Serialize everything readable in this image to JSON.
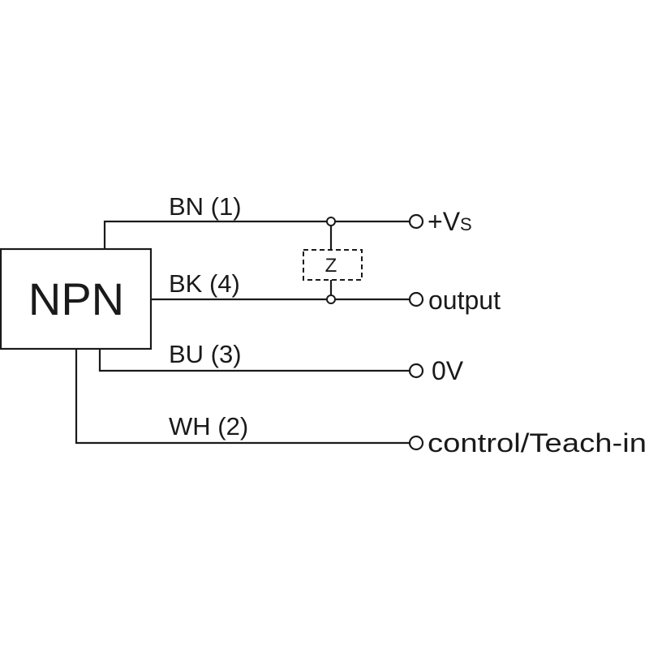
{
  "device": {
    "label": "NPN"
  },
  "wires": [
    {
      "id": "bn",
      "label": "BN (1)",
      "terminal": "+V",
      "terminal_sub": "S"
    },
    {
      "id": "bk",
      "label": "BK (4)",
      "terminal": "output"
    },
    {
      "id": "bu",
      "label": "BU (3)",
      "terminal": "0V"
    },
    {
      "id": "wh",
      "label": "WH (2)",
      "terminal": "control/Teach-in"
    }
  ],
  "load": {
    "label": "Z"
  },
  "colors": {
    "line": "#1a1a1a",
    "background": "#ffffff"
  }
}
